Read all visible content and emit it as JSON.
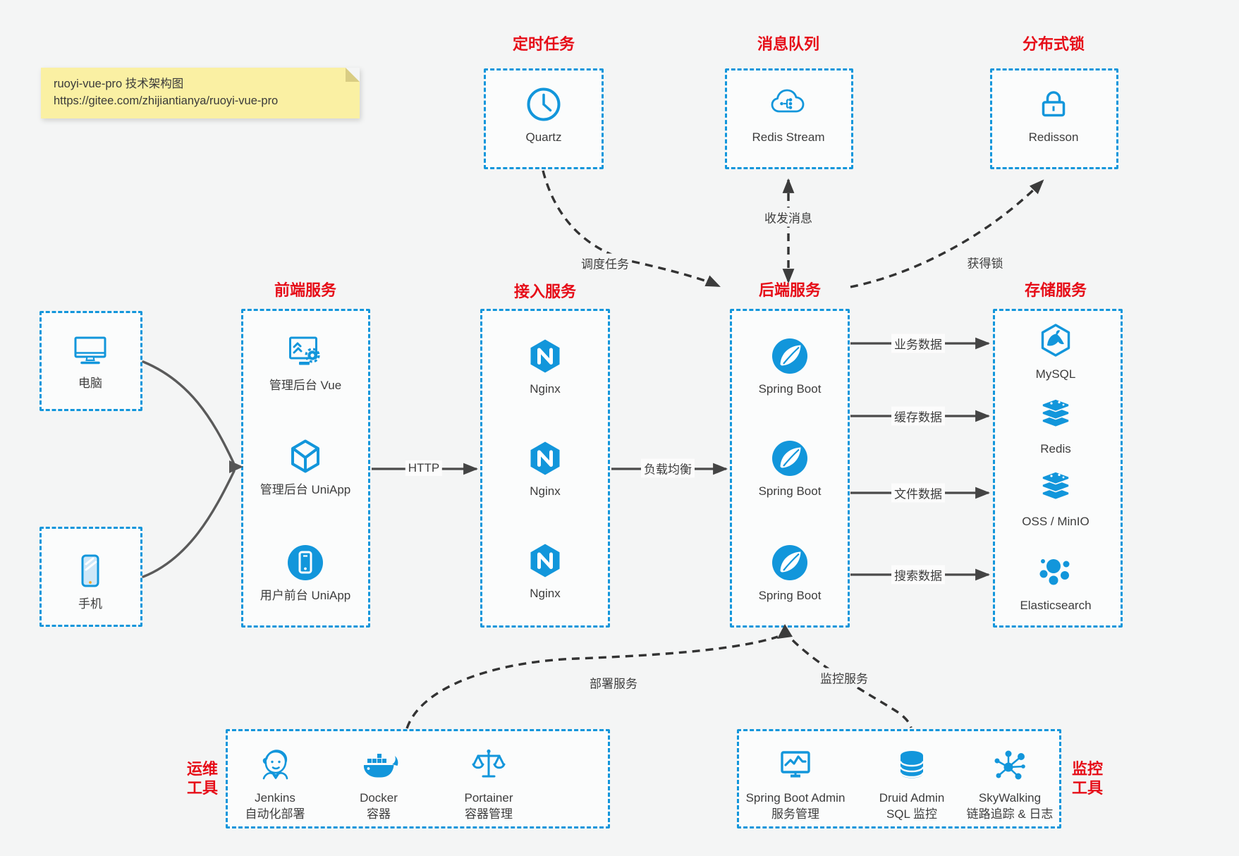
{
  "note": {
    "line1": "ruoyi-vue-pro 技术架构图",
    "line2": "https://gitee.com/zhijiantianya/ruoyi-vue-pro"
  },
  "titles": {
    "scheduled": "定时任务",
    "mq": "消息队列",
    "lock": "分布式锁",
    "frontend": "前端服务",
    "gateway": "接入服务",
    "backend": "后端服务",
    "storage": "存储服务",
    "devops_l1": "运维",
    "devops_l2": "工具",
    "monitor_l1": "监控",
    "monitor_l2": "工具"
  },
  "nodes": {
    "quartz": "Quartz",
    "redis_stream": "Redis Stream",
    "redisson": "Redisson",
    "pc": "电脑",
    "phone": "手机",
    "frontend": [
      "管理后台 Vue",
      "管理后台 UniApp",
      "用户前台 UniApp"
    ],
    "gateway": [
      "Nginx",
      "Nginx",
      "Nginx"
    ],
    "backend": [
      "Spring Boot",
      "Spring Boot",
      "Spring Boot"
    ],
    "storage": [
      "MySQL",
      "Redis",
      "OSS / MinIO",
      "Elasticsearch"
    ],
    "devops": [
      {
        "name": "Jenkins",
        "desc": "自动化部署"
      },
      {
        "name": "Docker",
        "desc": "容器"
      },
      {
        "name": "Portainer",
        "desc": "容器管理"
      }
    ],
    "monitoring": [
      {
        "name": "Spring Boot Admin",
        "desc": "服务管理"
      },
      {
        "name": "Druid Admin",
        "desc": "SQL 监控"
      },
      {
        "name": "SkyWalking",
        "desc": "链路追踪 & 日志"
      }
    ]
  },
  "edges": {
    "http": "HTTP",
    "load_balance": "负载均衡",
    "business_data": "业务数据",
    "cache_data": "缓存数据",
    "file_data": "文件数据",
    "search_data": "搜索数据",
    "schedule_task": "调度任务",
    "send_receive": "收发消息",
    "acquire_lock": "获得锁",
    "deploy_service": "部署服务",
    "monitor_service": "监控服务"
  },
  "colors": {
    "accent_blue": "#1296db",
    "title_red": "#e60d18",
    "note_yellow": "#faf0a3",
    "line_dark": "#4a4a4a",
    "dashed_dark": "#333333",
    "background": "#f4f5f5"
  }
}
